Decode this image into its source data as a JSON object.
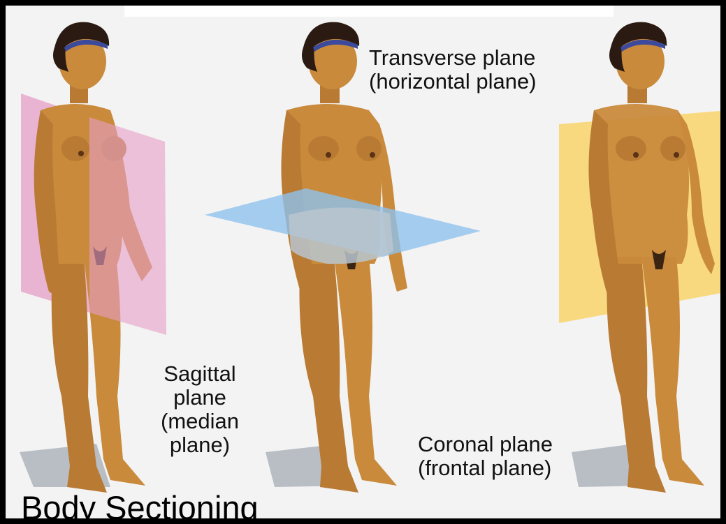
{
  "title": "Body Sectioning",
  "labels": {
    "transverse": "Transverse plane\n(horizontal plane)",
    "sagittal": "Sagittal\nplane\n(median\nplane)",
    "coronal": "Coronal plane\n(frontal plane)"
  },
  "colors": {
    "background": "#f3f3f3",
    "skin": "#c98a3c",
    "skin_shade": "#9a5f22",
    "hair": "#2a1a12",
    "headband": "#3b4a9c",
    "sagittal_plane": "#e69fc7",
    "transverse_plane": "#8fc2ee",
    "coronal_plane": "#f8d36a",
    "shadow": "#a9b0b8"
  }
}
